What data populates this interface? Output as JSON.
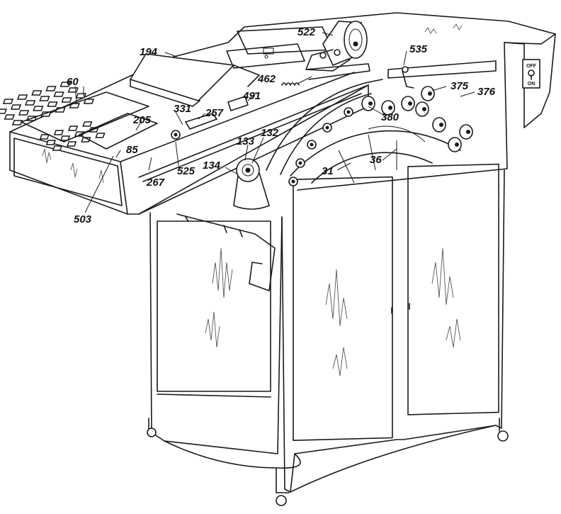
{
  "labels": [
    {
      "id": "l60",
      "text": "60"
    },
    {
      "id": "l194",
      "text": "194"
    },
    {
      "id": "l522",
      "text": "522"
    },
    {
      "id": "l462",
      "text": "462"
    },
    {
      "id": "l491",
      "text": "491"
    },
    {
      "id": "l535",
      "text": "535"
    },
    {
      "id": "l375",
      "text": "375"
    },
    {
      "id": "l376",
      "text": "376"
    },
    {
      "id": "l380",
      "text": "380"
    },
    {
      "id": "l331",
      "text": "331"
    },
    {
      "id": "l257",
      "text": "257"
    },
    {
      "id": "l205",
      "text": "205"
    },
    {
      "id": "l85",
      "text": "85"
    },
    {
      "id": "l133",
      "text": "133"
    },
    {
      "id": "l132",
      "text": "132"
    },
    {
      "id": "l134",
      "text": "134"
    },
    {
      "id": "l36",
      "text": "36"
    },
    {
      "id": "l31",
      "text": "31"
    },
    {
      "id": "l525",
      "text": "525"
    },
    {
      "id": "l267",
      "text": "267"
    },
    {
      "id": "l503",
      "text": "503"
    }
  ],
  "switch_panel": {
    "off_label": "OFF",
    "on_label": "ON"
  }
}
